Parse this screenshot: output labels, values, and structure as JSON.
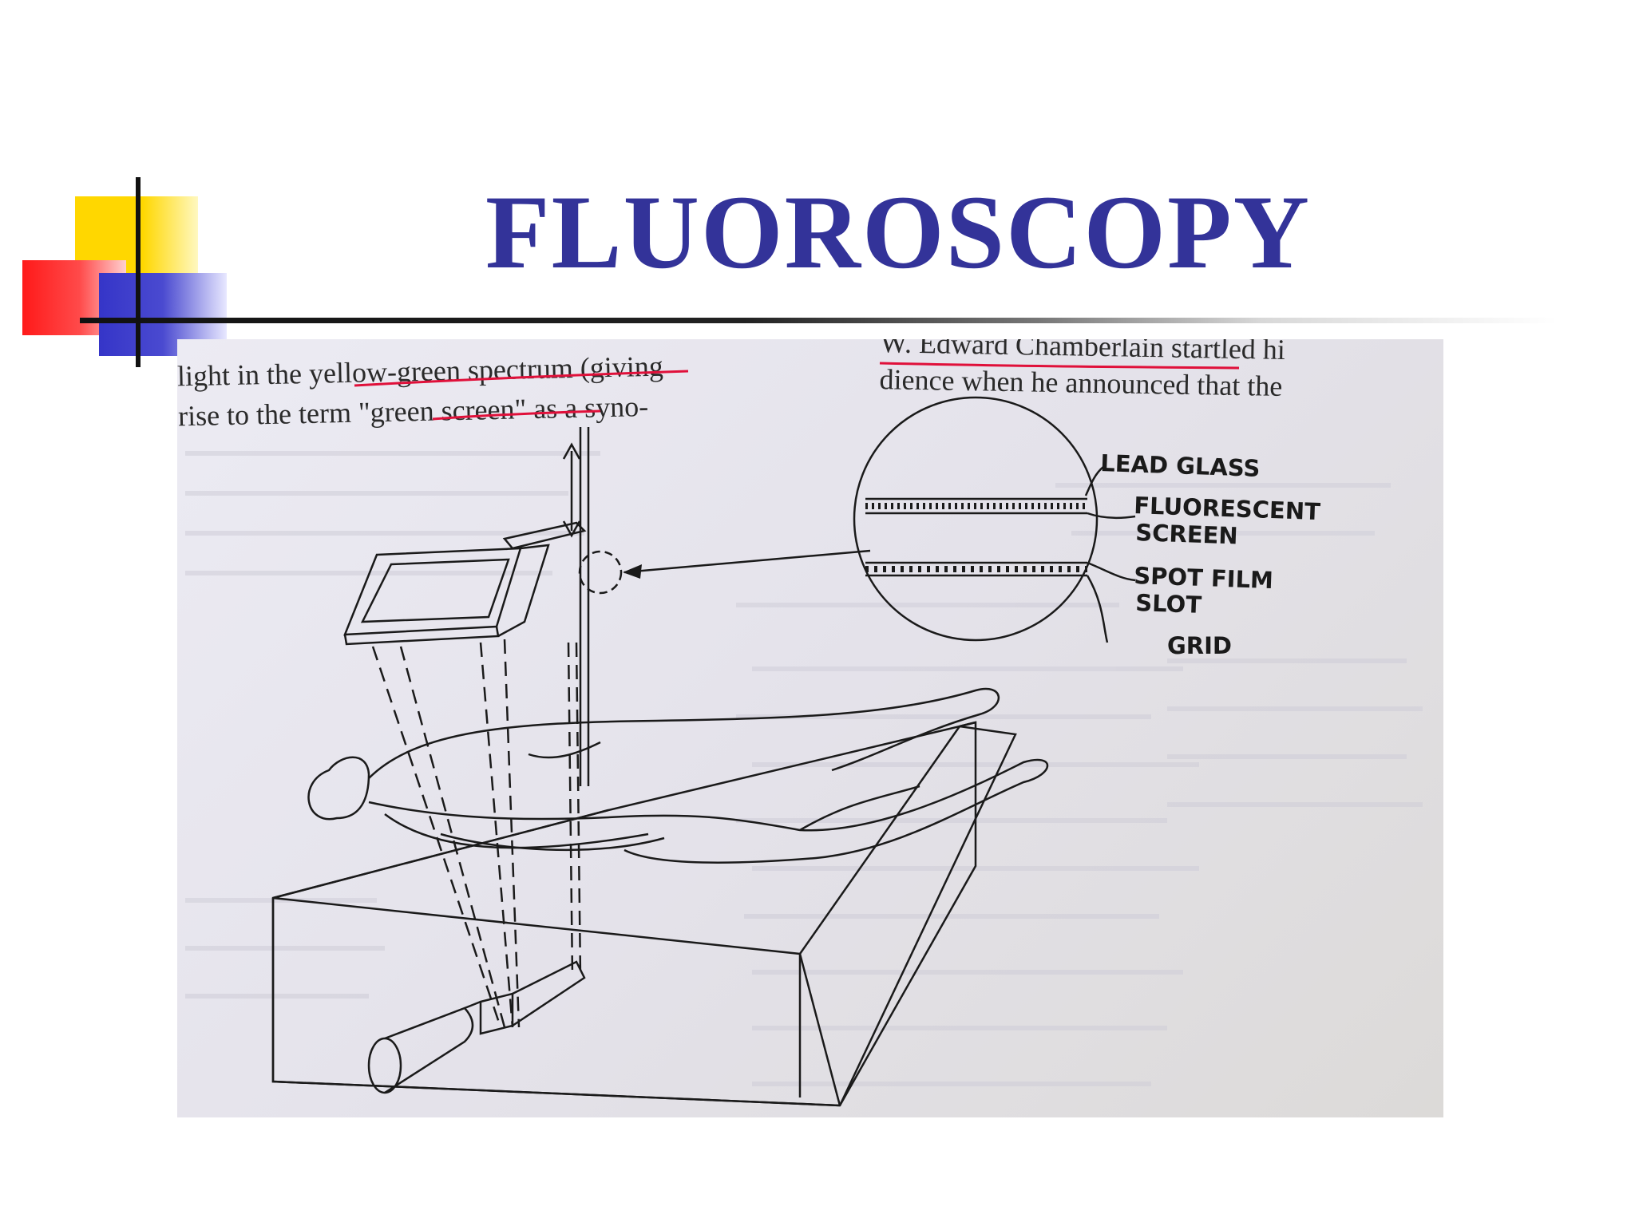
{
  "slide": {
    "title": "FLUOROSCOPY"
  },
  "figure": {
    "book_text": {
      "left_lines": [
        "light in the yellow-green spectrum (giving",
        "rise to the term \"green screen\" as a syno-"
      ],
      "right_lines": [
        "W. Edward Chamberlain startled hi",
        "dience when he announced that the"
      ]
    },
    "labels": {
      "lead_glass": "LEAD GLASS",
      "fluorescent": "FLUORESCENT",
      "screen": "SCREEN",
      "spot_film": "SPOT FILM",
      "slot": "SLOT",
      "grid": "GRID"
    }
  },
  "colors": {
    "title": "#333399",
    "accent_yellow": "#ffd700",
    "accent_red": "#ff1a1a",
    "accent_blue": "#3535c8",
    "underline": "#e0103a"
  }
}
